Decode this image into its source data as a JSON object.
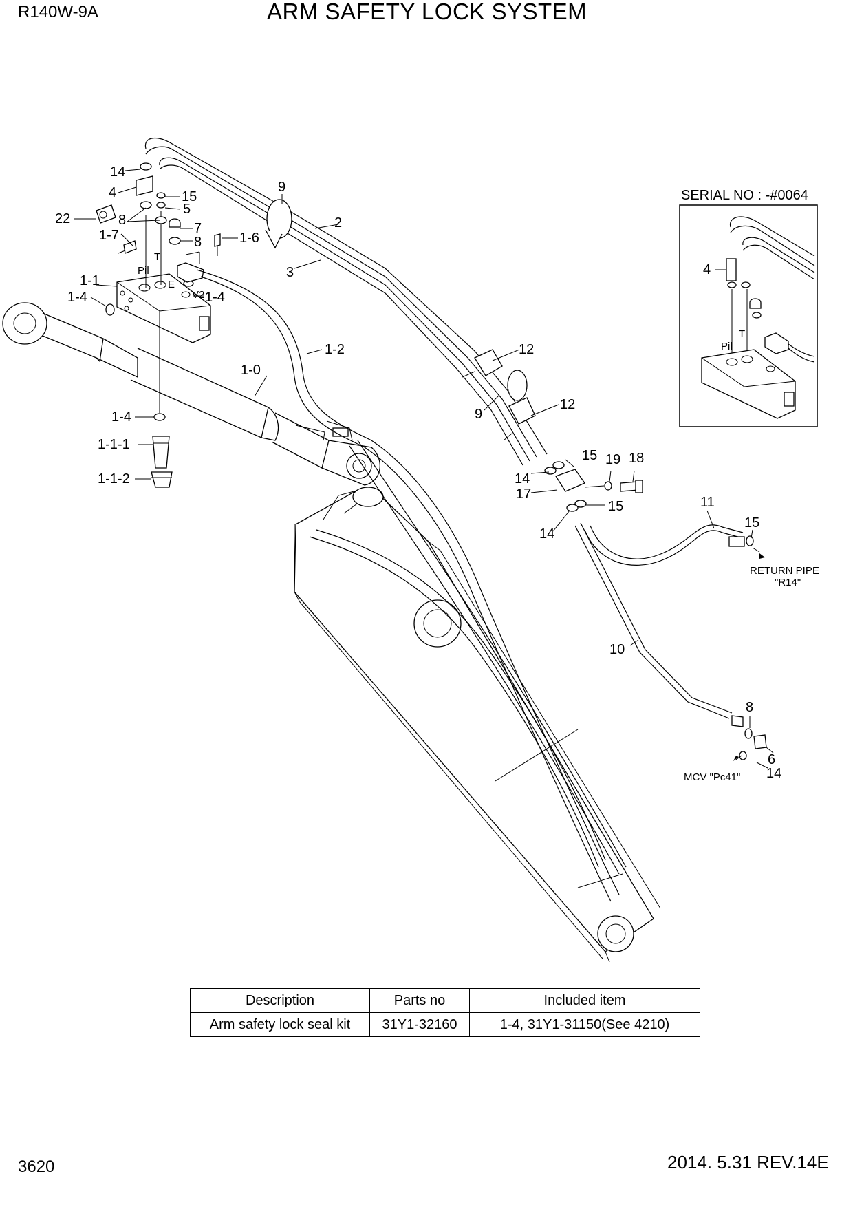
{
  "header": {
    "model": "R140W-9A",
    "title": "ARM SAFETY LOCK SYSTEM"
  },
  "footer": {
    "page_number": "3620",
    "date_rev": "2014. 5.31  REV.14E"
  },
  "inset": {
    "serial": "SERIAL NO : -#0064",
    "callout": "4",
    "port_pil": "Pil",
    "port_t": "T"
  },
  "valve_ports": {
    "pil": "Pil",
    "t": "T",
    "e": "E",
    "v2": "V2"
  },
  "callouts": {
    "c14a": "14",
    "c4": "4",
    "c22": "22",
    "c8a": "8",
    "c15a": "15",
    "c5": "5",
    "c1_7": "1-7",
    "c7": "7",
    "c8b": "8",
    "c1_6": "1-6",
    "c9a": "9",
    "c2": "2",
    "c3": "3",
    "c1_1": "1-1",
    "c1_4a": "1-4",
    "c1_4b": "1-4",
    "c1_2": "1-2",
    "c1_0": "1-0",
    "c1_4c": "1-4",
    "c1_1_1": "1-1-1",
    "c1_1_2": "1-1-2",
    "c12a": "12",
    "c9b": "9",
    "c12b": "12",
    "c15b": "15",
    "c19": "19",
    "c18": "18",
    "c14b": "14",
    "c17": "17",
    "c15c": "15",
    "c14c": "14",
    "c11": "11",
    "c15d": "15",
    "c10": "10",
    "c8c": "8",
    "c6": "6",
    "c14d": "14"
  },
  "notes": {
    "return_pipe_1": "RETURN PIPE",
    "return_pipe_2": "\"R14\"",
    "mcv": "MCV  \"Pc41\""
  },
  "kit_table": {
    "headers": [
      "Description",
      "Parts no",
      "Included item"
    ],
    "rows": [
      [
        "Arm safety lock seal kit",
        "31Y1-32160",
        "1-4, 31Y1-31150(See 4210)"
      ]
    ]
  }
}
